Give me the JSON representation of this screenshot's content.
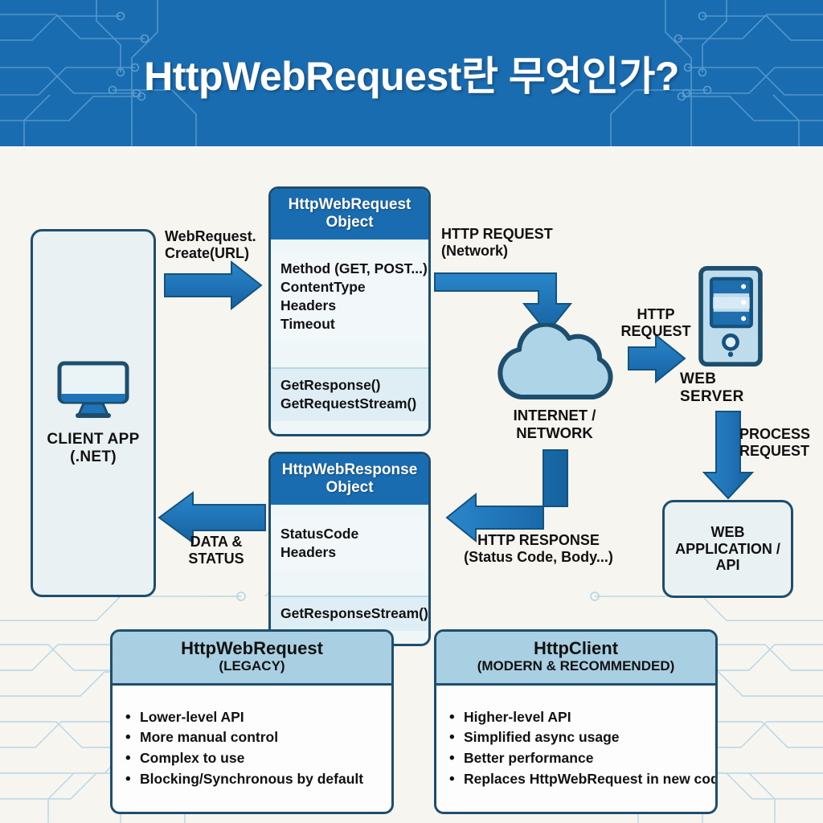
{
  "header": {
    "title": "HttpWebRequest란 무엇인가?",
    "background_color": "#1a6cb0",
    "text_color": "#ffffff"
  },
  "diagram": {
    "client": {
      "icon": "desktop-monitor-icon",
      "line1": "CLIENT APP",
      "line2": "(.NET)"
    },
    "request_object": {
      "title_line1": "HttpWebRequest",
      "title_line2": "Object",
      "properties": [
        "Method (GET, POST...)",
        "ContentType",
        "Headers",
        "Timeout"
      ],
      "methods": [
        "GetResponse()",
        "GetRequestStream()"
      ]
    },
    "response_object": {
      "title_line1": "HttpWebResponse",
      "title_line2": "Object",
      "properties": [
        "StatusCode",
        "Headers"
      ],
      "methods": [
        "GetResponseStream()"
      ]
    },
    "cloud": {
      "icon": "cloud-icon",
      "line1": "INTERNET /",
      "line2": "NETWORK"
    },
    "server": {
      "icon": "server-tower-icon",
      "label": "WEB SERVER"
    },
    "web_app": {
      "line1": "WEB",
      "line2": "APPLICATION /",
      "line3": "API"
    },
    "arrows": {
      "create": "WebRequest.\nCreate(URL)",
      "http_request_network": "HTTP REQUEST\n(Network)",
      "http_request": "HTTP\nREQUEST",
      "process_request": "PROCESS\nREQUEST",
      "http_response": "HTTP RESPONSE\n(Status Code, Body...)",
      "data_status": "DATA &\nSTATUS"
    }
  },
  "comparison": {
    "legacy": {
      "title": "HttpWebRequest",
      "subtitle": "(LEGACY)",
      "items": [
        "Lower-level API",
        "More manual control",
        "Complex to use",
        "Blocking/Synchronous by default"
      ]
    },
    "modern": {
      "title": "HttpClient",
      "subtitle": "(MODERN & RECOMMENDED)",
      "items": [
        "Higher-level API",
        "Simplified async usage",
        "Better performance",
        "Replaces HttpWebRequest in new code"
      ]
    }
  },
  "colors": {
    "banner_blue": "#1a6cb0",
    "arrow_blue": "#1d75ba",
    "outline_navy": "#1d4e6e",
    "box_light": "#eaf1f2",
    "header_light_blue": "#a9cfe3",
    "page_bg": "#f6f5f0"
  }
}
